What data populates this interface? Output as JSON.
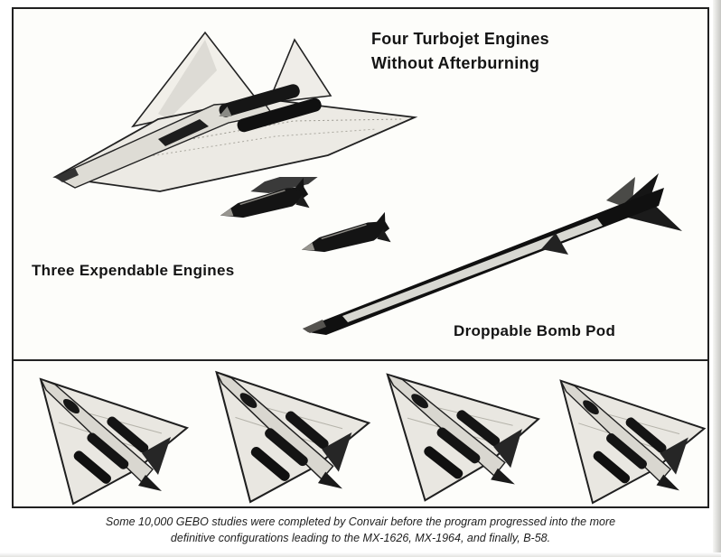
{
  "page": {
    "background": "#ffffff",
    "ink": "#1a1a1a",
    "frame_border": "#202020"
  },
  "figure": {
    "labels": {
      "four_turbojet": {
        "line1": "Four Turbojet Engines",
        "line2": "Without Afterburning"
      },
      "three_expendable": "Three Expendable Engines",
      "droppable_bomb_pod": "Droppable Bomb Pod"
    },
    "illustrations": [
      {
        "name": "delta-aircraft-illustration"
      },
      {
        "name": "expendable-engines-illustration"
      },
      {
        "name": "bomb-pod-illustration"
      },
      {
        "name": "gebo-configurations-illustration"
      }
    ]
  },
  "caption": {
    "line1": "Some 10,000 GEBO studies were completed by Convair before the program progressed into the more",
    "line2": "definitive configurations leading to the MX-1626, MX-1964, and finally, B-58."
  }
}
